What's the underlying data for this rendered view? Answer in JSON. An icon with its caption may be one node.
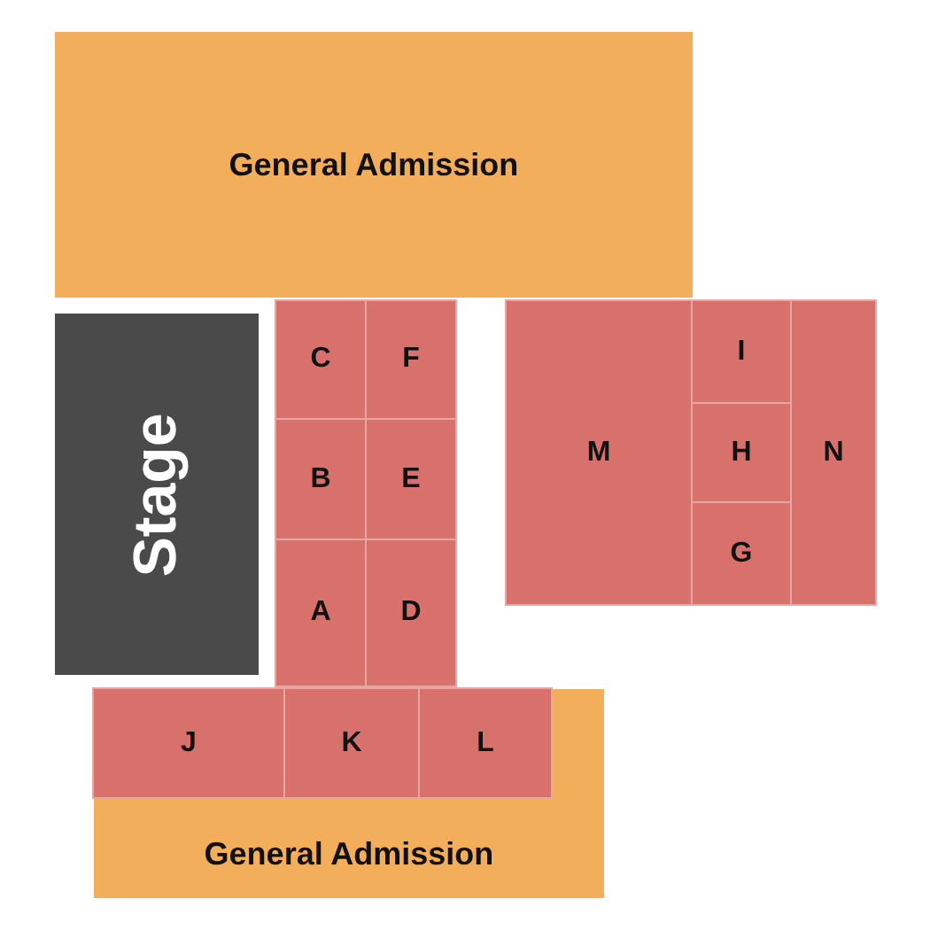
{
  "diagram": {
    "nodes": [
      {
        "text": [
          "General Admission"
        ]
      },
      {
        "text": [
          "Stage"
        ]
      },
      {
        "text": [
          "C"
        ]
      },
      {
        "text": [
          "F"
        ]
      },
      {
        "text": [
          "M"
        ]
      },
      {
        "text": [
          "I"
        ]
      },
      {
        "text": [
          "N"
        ]
      },
      {
        "text": [
          "B"
        ]
      },
      {
        "text": [
          "E"
        ]
      },
      {
        "text": [
          "H"
        ]
      },
      {
        "text": [
          "A"
        ]
      },
      {
        "text": [
          "D"
        ]
      },
      {
        "text": [
          "G"
        ]
      },
      {
        "text": [
          "General Admission"
        ]
      },
      {
        "text": [
          "J"
        ],
        "in": 13
      },
      {
        "text": [
          "K"
        ],
        "in": 13
      },
      {
        "text": [
          "L"
        ],
        "in": 13
      }
    ]
  }
}
